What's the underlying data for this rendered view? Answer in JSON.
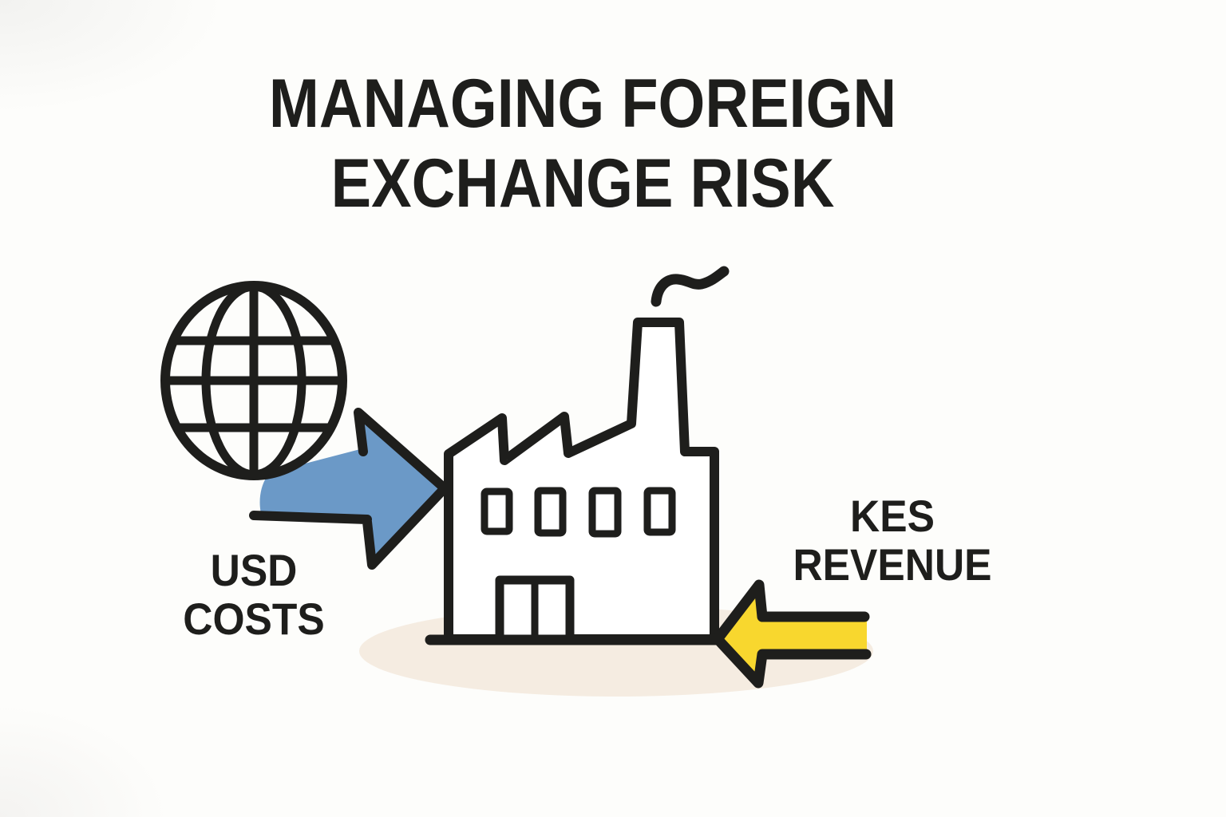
{
  "title": {
    "line1": "MANAGING FOREIGN",
    "line2": "EXCHANGE RISK"
  },
  "diagram": {
    "left_label": {
      "line1": "USD",
      "line2": "COSTS"
    },
    "right_label": {
      "line1": "KES",
      "line2": "REVENUE"
    },
    "icons": {
      "globe": "globe-icon",
      "factory": "factory-icon",
      "blue_arrow": "arrow-right-icon",
      "yellow_arrow": "arrow-left-icon",
      "smoke": "chimney-smoke-icon",
      "shadow": "ground-shadow-ellipse"
    }
  },
  "colors": {
    "ink": "#1E1E1C",
    "arrow_blue": "#6B99C7",
    "arrow_yellow": "#F8D72E",
    "shadow_beige": "#F5ECE1",
    "background": "#FDFDFB"
  }
}
